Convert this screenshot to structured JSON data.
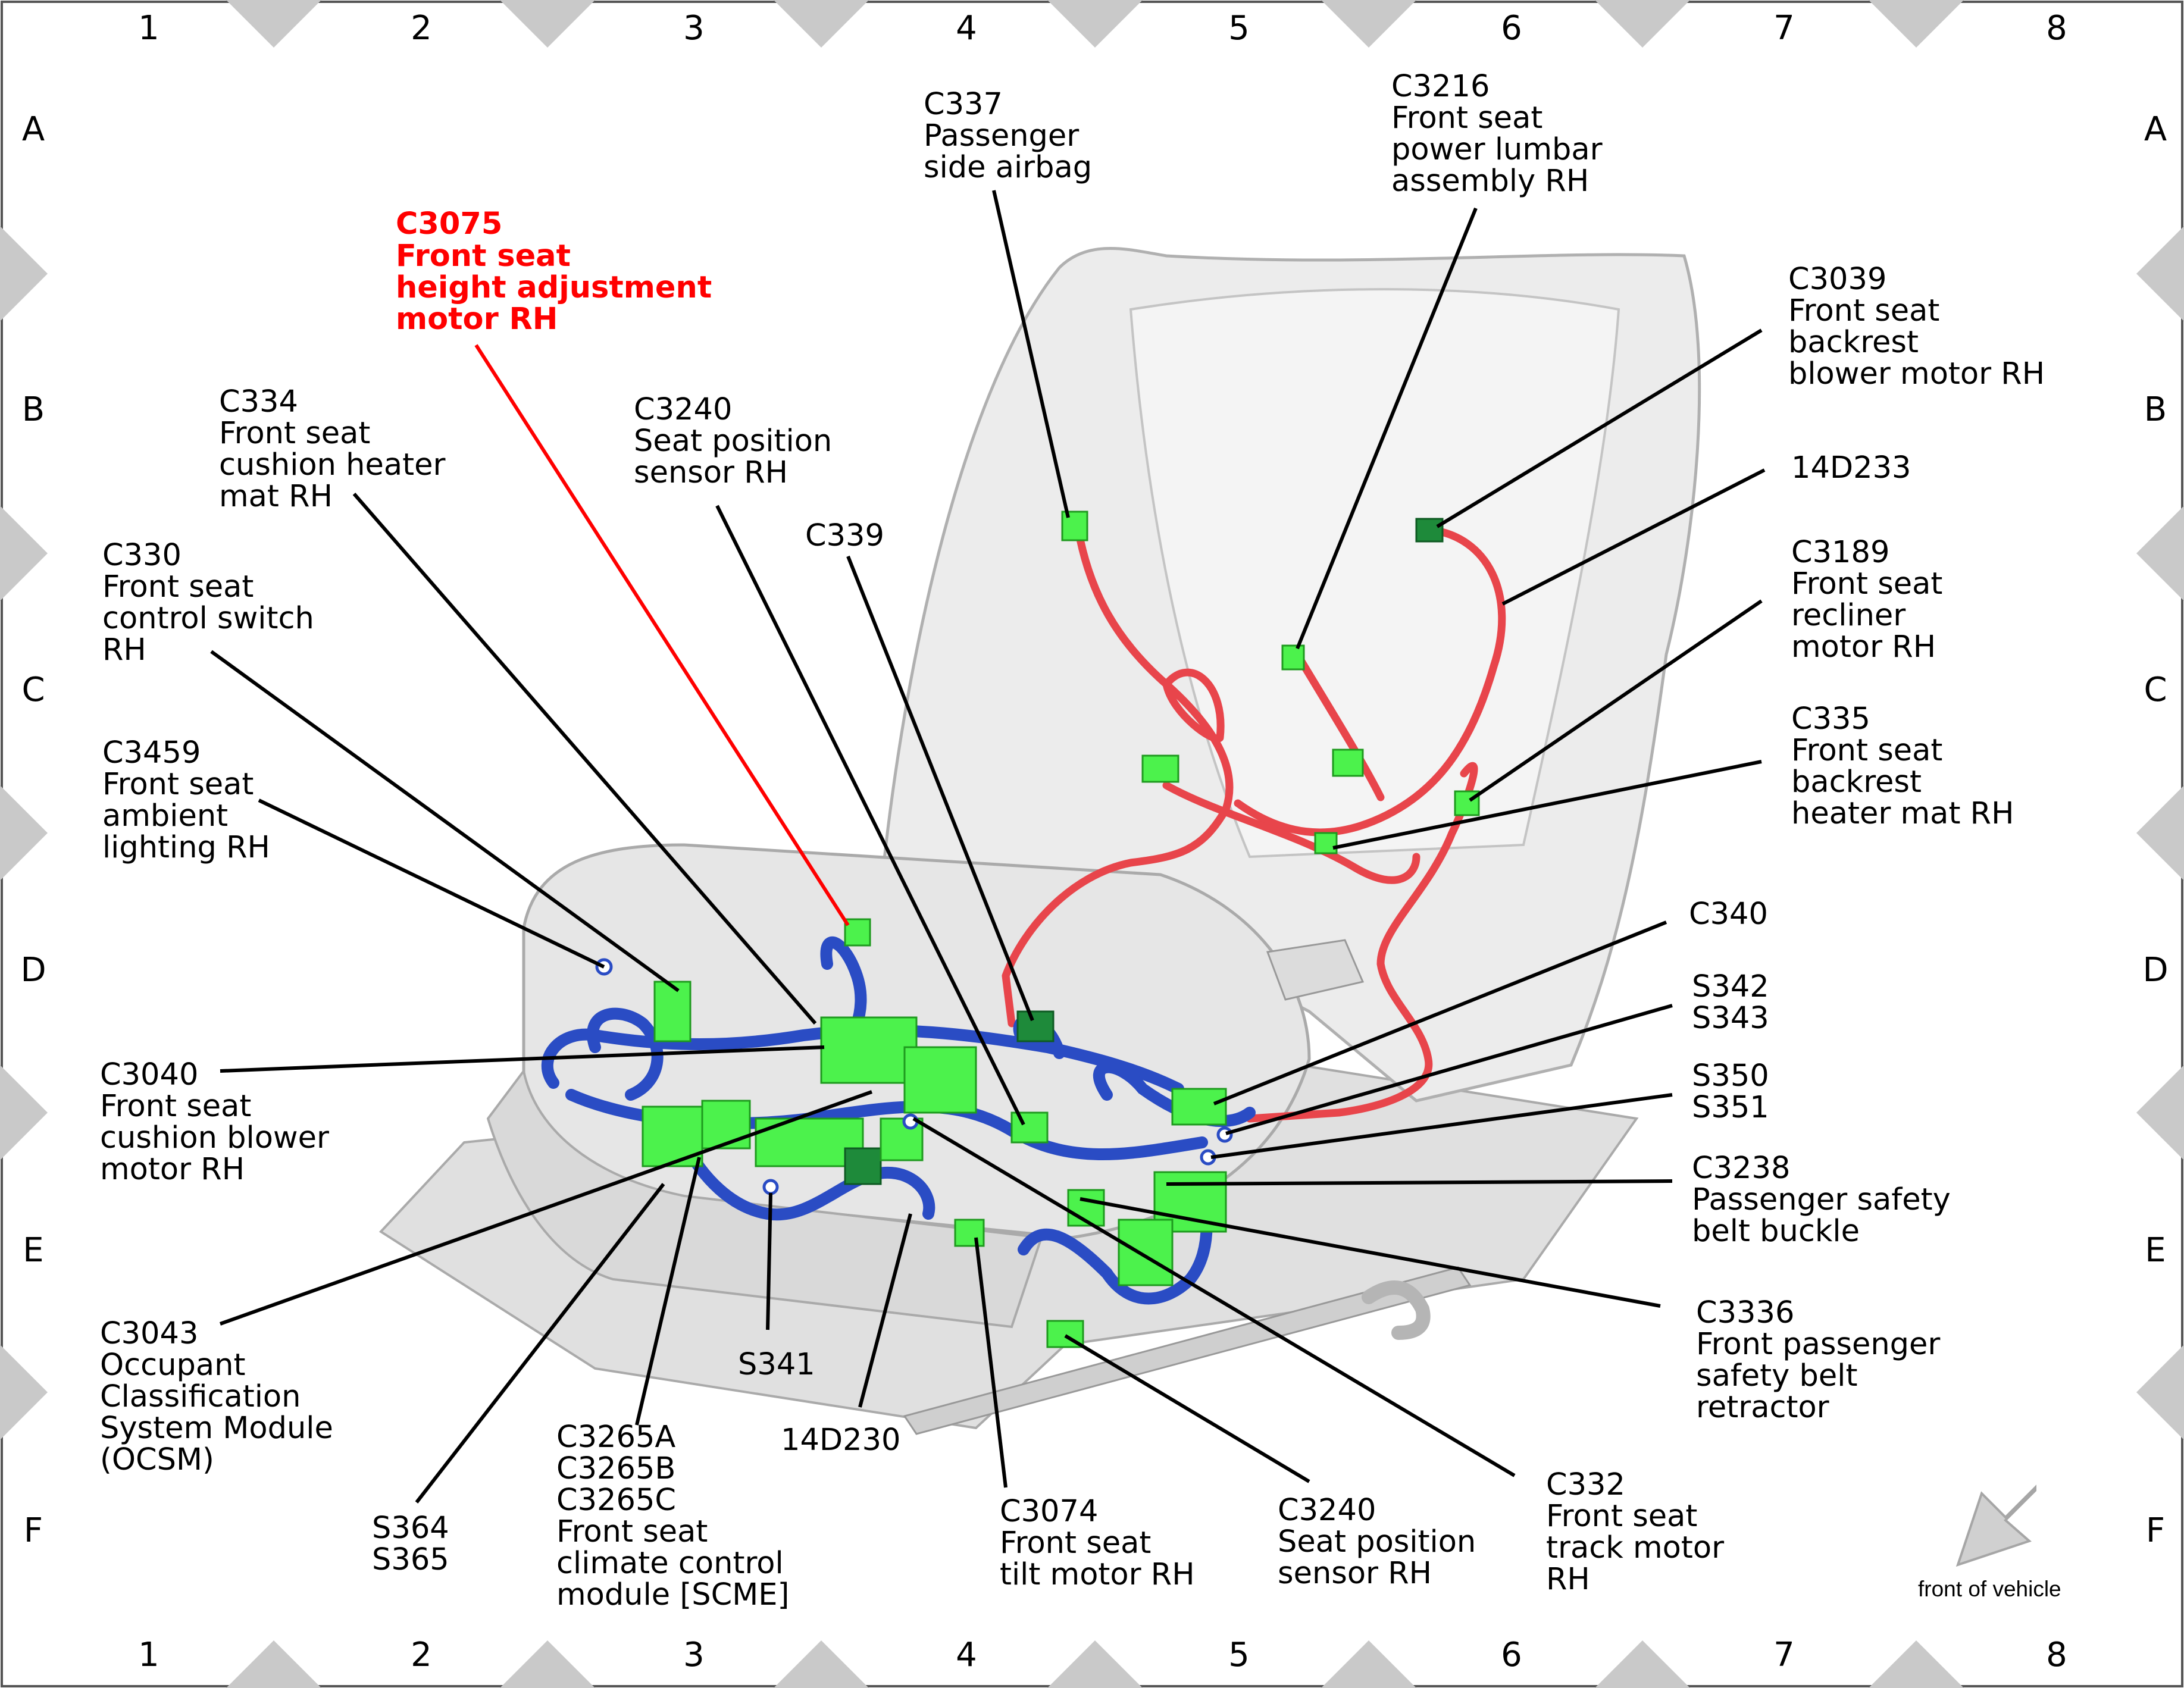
{
  "grid": {
    "columns": [
      "1",
      "2",
      "3",
      "4",
      "5",
      "6",
      "7",
      "8"
    ],
    "rows": [
      "A",
      "B",
      "C",
      "D",
      "E",
      "F"
    ]
  },
  "labels": {
    "c3075": [
      "C3075",
      "Front seat",
      "height adjustment",
      "motor RH"
    ],
    "c337": [
      "C337",
      "Passenger",
      "side airbag"
    ],
    "c3216": [
      "C3216",
      "Front seat",
      "power lumbar",
      "assembly RH"
    ],
    "c3039": [
      "C3039",
      "Front seat",
      "backrest",
      "blower motor RH"
    ],
    "h14d233": [
      "14D233"
    ],
    "c3189": [
      "C3189",
      "Front seat",
      "recliner",
      "motor RH"
    ],
    "c335": [
      "C335",
      "Front seat",
      "backrest",
      "heater mat RH"
    ],
    "c334": [
      "C334",
      "Front seat",
      "cushion heater",
      "mat RH"
    ],
    "c3240a": [
      "C3240",
      "Seat position",
      "sensor RH"
    ],
    "c339": [
      "C339"
    ],
    "c330": [
      "C330",
      "Front seat",
      "control switch",
      "RH"
    ],
    "c3459": [
      "C3459",
      "Front seat",
      "ambient",
      "lighting RH"
    ],
    "c340": [
      "C340"
    ],
    "s342": [
      "S342",
      "S343"
    ],
    "s350": [
      "S350",
      "S351"
    ],
    "c3238": [
      "C3238",
      "Passenger safety",
      "belt buckle"
    ],
    "c3040": [
      "C3040",
      "Front seat",
      "cushion blower",
      "motor RH"
    ],
    "c3336": [
      "C3336",
      "Front passenger",
      "safety belt",
      "retractor"
    ],
    "c3043": [
      "C3043",
      "Occupant",
      "Classification",
      "System Module",
      "(OCSM)"
    ],
    "s341": [
      "S341"
    ],
    "h14d230": [
      "14D230"
    ],
    "c3265": [
      "C3265A",
      "C3265B",
      "C3265C",
      "Front seat",
      "climate control",
      "module [SCME]"
    ],
    "s364": [
      "S364",
      "S365"
    ],
    "c3074": [
      "C3074",
      "Front seat",
      "tilt motor RH"
    ],
    "c3240b": [
      "C3240",
      "Seat position",
      "sensor RH"
    ],
    "c332": [
      "C332",
      "Front seat",
      "track motor",
      "RH"
    ]
  },
  "front_of_vehicle": "front of vehicle",
  "colors": {
    "highlight": "#ff0000",
    "wire_red": "#e8454b",
    "wire_blue": "#2a4cc4",
    "connector": "#4cf24c",
    "seat": "#e9e9e9"
  }
}
